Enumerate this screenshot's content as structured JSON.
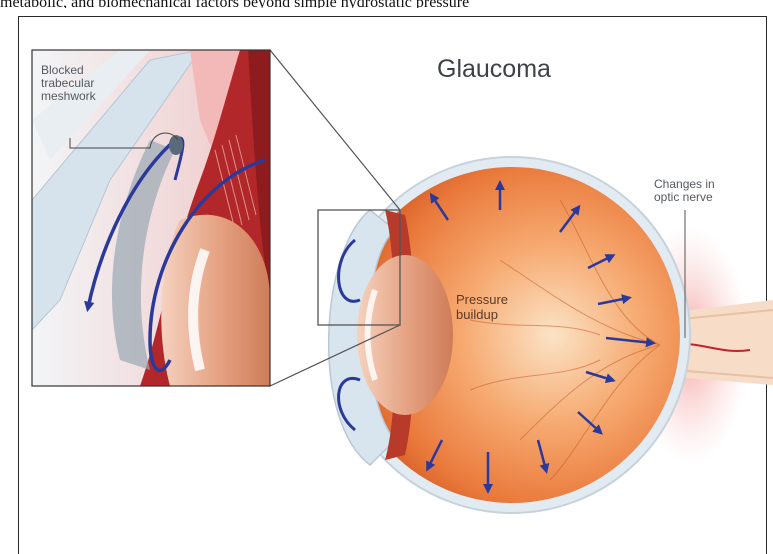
{
  "top_text": "metabolic, and biomechanical factors beyond simple hydrostatic pressure",
  "title": "Glaucoma",
  "labels": {
    "blocked_line1": "Blocked",
    "blocked_line2": "trabecular",
    "blocked_line3": "meshwork",
    "pressure_line1": "Pressure",
    "pressure_line2": "buildup",
    "optic_line1": "Changes in",
    "optic_line2": "optic nerve"
  },
  "colors": {
    "sclera": "#e9eff4",
    "interior": "#f08a4a",
    "interior_light": "#f7c190",
    "arrow": "#2b3a9a",
    "nerve_glow": "#f6c9c6",
    "lens": "#d88a6a"
  }
}
